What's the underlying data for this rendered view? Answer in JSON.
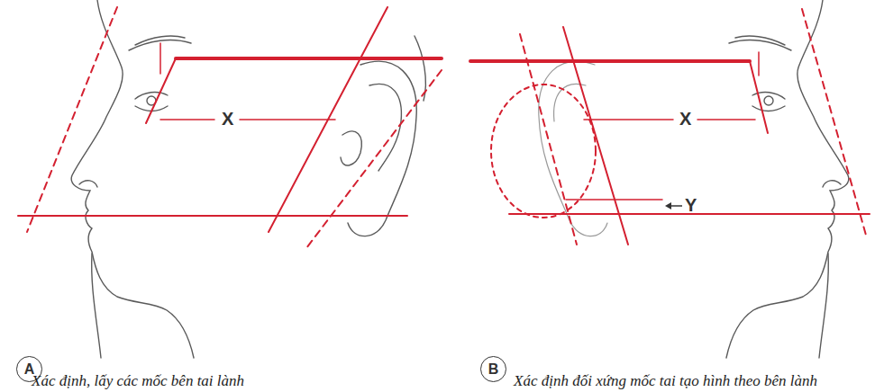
{
  "diagram": {
    "nodes": [
      {
        "text": [
          "A"
        ]
      },
      {
        "text": [
          "B"
        ]
      }
    ],
    "labels": [
      "X",
      "Xác định, lấy các mốc bên tai lành",
      "X",
      "Y",
      "Xác định đối xứng mốc tai tạo hình theo bên lành"
    ]
  }
}
